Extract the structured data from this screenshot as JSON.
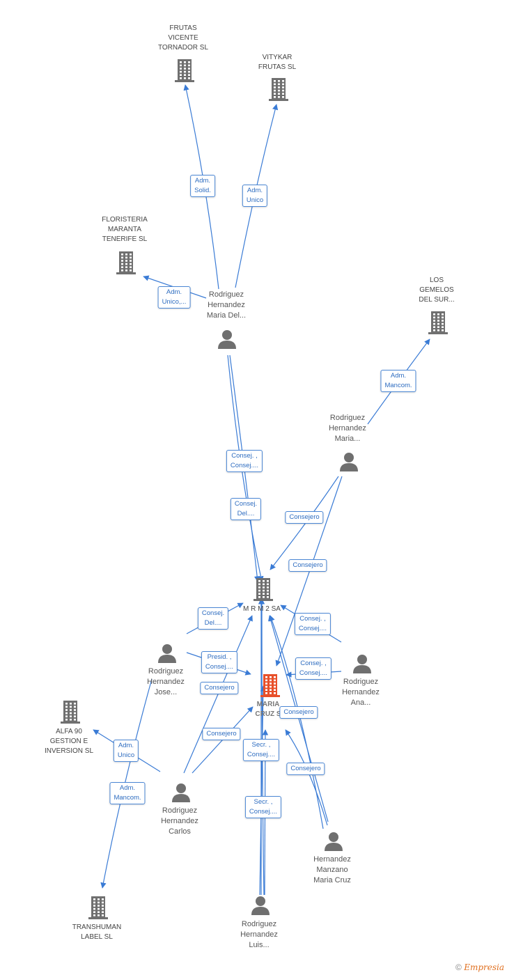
{
  "colors": {
    "edge": "#3a7bd5",
    "company": "#707070",
    "main_company": "#e8502a",
    "person": "#6f6f6f"
  },
  "nodes": [
    {
      "id": "frutas_vicente",
      "type": "company",
      "lines": [
        "FRUTAS",
        "VICENTE",
        "TORNADOR SL"
      ]
    },
    {
      "id": "vitykar",
      "type": "company",
      "lines": [
        "VITYKAR",
        "FRUTAS SL"
      ]
    },
    {
      "id": "floristeria",
      "type": "company",
      "lines": [
        "FLORISTERIA",
        "MARANTA",
        "TENERIFE SL"
      ]
    },
    {
      "id": "gemelos",
      "type": "company",
      "lines": [
        "LOS",
        "GEMELOS",
        "DEL SUR..."
      ]
    },
    {
      "id": "rh_maria_del",
      "type": "person",
      "lines": [
        "Rodriguez",
        "Hernandez",
        "Maria Del..."
      ]
    },
    {
      "id": "rh_maria",
      "type": "person",
      "lines": [
        "Rodriguez",
        "Hernandez",
        "Maria..."
      ]
    },
    {
      "id": "mrm2",
      "type": "company",
      "lines": [
        "M R M 2 SA"
      ]
    },
    {
      "id": "maria_cruz",
      "type": "main",
      "lines": [
        "MARIA",
        "CRUZ S"
      ]
    },
    {
      "id": "rh_jose",
      "type": "person",
      "lines": [
        "Rodriguez",
        "Hernandez",
        "Jose..."
      ]
    },
    {
      "id": "rh_ana",
      "type": "person",
      "lines": [
        "Rodriguez",
        "Hernandez",
        "Ana..."
      ]
    },
    {
      "id": "alfa90",
      "type": "company",
      "lines": [
        "ALFA 90",
        "GESTION E",
        "INVERSION SL"
      ]
    },
    {
      "id": "rh_carlos",
      "type": "person",
      "lines": [
        "Rodriguez",
        "Hernandez",
        "Carlos"
      ]
    },
    {
      "id": "hm_maria_cruz",
      "type": "person",
      "lines": [
        "Hernandez",
        "Manzano",
        "Maria Cruz"
      ]
    },
    {
      "id": "transhuman",
      "type": "company",
      "lines": [
        "TRANSHUMAN",
        "LABEL SL"
      ]
    },
    {
      "id": "rh_luis",
      "type": "person",
      "lines": [
        "Rodriguez",
        "Hernandez",
        "Luis..."
      ]
    }
  ],
  "edge_labels": [
    {
      "id": "e1",
      "lines": [
        "Adm.",
        "Solid."
      ]
    },
    {
      "id": "e2",
      "lines": [
        "Adm.",
        "Unico"
      ]
    },
    {
      "id": "e3",
      "lines": [
        "Adm.",
        "Unico,..."
      ]
    },
    {
      "id": "e4",
      "lines": [
        "Adm.",
        "Mancom."
      ]
    },
    {
      "id": "e5",
      "lines": [
        "Consej. ,",
        "Consej...."
      ]
    },
    {
      "id": "e6",
      "lines": [
        "Consej.",
        "Del...."
      ]
    },
    {
      "id": "e7",
      "lines": [
        "Consejero"
      ]
    },
    {
      "id": "e8",
      "lines": [
        "Consejero"
      ]
    },
    {
      "id": "e9",
      "lines": [
        "Consej.",
        "Del...."
      ]
    },
    {
      "id": "e10",
      "lines": [
        "Consej. ,",
        "Consej...."
      ]
    },
    {
      "id": "e11",
      "lines": [
        "Presid. ,",
        "Consej...."
      ]
    },
    {
      "id": "e12",
      "lines": [
        "Consej. ,",
        "Consej...."
      ]
    },
    {
      "id": "e13",
      "lines": [
        "Consejero"
      ]
    },
    {
      "id": "e14",
      "lines": [
        "Consejero"
      ]
    },
    {
      "id": "e15",
      "lines": [
        "Consejero"
      ]
    },
    {
      "id": "e16",
      "lines": [
        "Adm.",
        "Unico"
      ]
    },
    {
      "id": "e17",
      "lines": [
        "Secr. ,",
        "Consej...."
      ]
    },
    {
      "id": "e18",
      "lines": [
        "Consejero"
      ]
    },
    {
      "id": "e19",
      "lines": [
        "Adm.",
        "Mancom."
      ]
    },
    {
      "id": "e20",
      "lines": [
        "Secr. ,",
        "Consej...."
      ]
    }
  ],
  "watermark": {
    "copyright": "©",
    "brand": "Empresia"
  }
}
